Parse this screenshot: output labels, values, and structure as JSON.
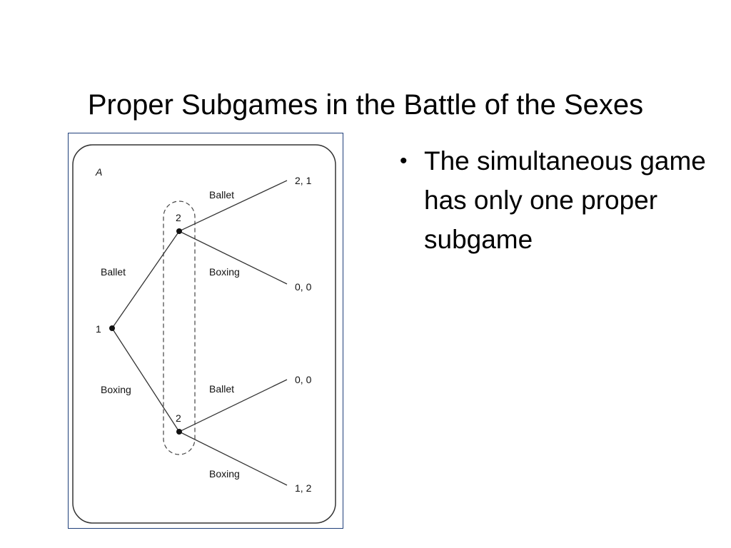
{
  "slide": {
    "title": "Proper Subgames in the Battle of the Sexes",
    "bullets": [
      "The simultaneous game has only one proper subgame"
    ],
    "bullet_glyph": "•"
  },
  "diagram": {
    "panel_label": "A",
    "root_node": {
      "label": "1"
    },
    "player1_actions": {
      "upper": "Ballet",
      "lower": "Boxing"
    },
    "player2_nodes": [
      {
        "label": "2",
        "actions": [
          {
            "label": "Ballet",
            "payoff": "2, 1"
          },
          {
            "label": "Boxing",
            "payoff": "0, 0"
          }
        ]
      },
      {
        "label": "2",
        "actions": [
          {
            "label": "Ballet",
            "payoff": "0, 0"
          },
          {
            "label": "Boxing",
            "payoff": "1, 2"
          }
        ]
      }
    ],
    "colors": {
      "frame_border": "#1f3f7a",
      "panel_border": "#333333",
      "lines": "#333333",
      "nodes": "#111111"
    }
  }
}
